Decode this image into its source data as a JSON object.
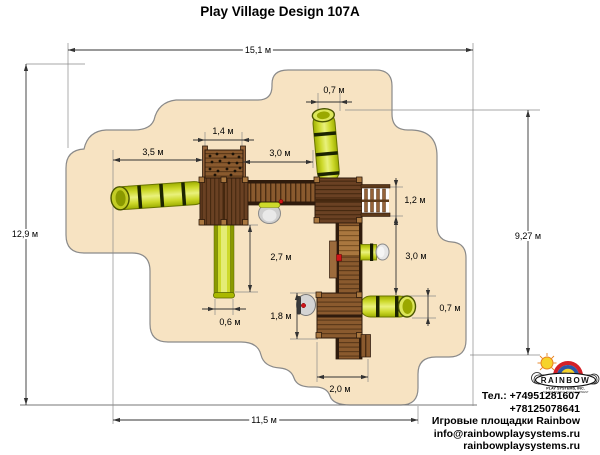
{
  "title": "Play Village Design 107A",
  "dimensions": {
    "overall_top": "15,1 м",
    "overall_left": "12,9 м",
    "overall_bottom": "11,5 м",
    "overall_right": "9,27 м",
    "left_span": "3,5 м",
    "climb_wall_width": "1,4 м",
    "top_span": "3,0 м",
    "top_tube_width": "0,7 м",
    "ladder_height": "1,2 м",
    "right_span": "3,0 м",
    "right_tube_width": "0,7 м",
    "slide_length": "2,7 м",
    "slide_width": "0,6 м",
    "platform_height": "1,8 м",
    "platform_width": "2,0 м"
  },
  "contact": {
    "phone1": "Тел.: +74951281607",
    "phone2": "+78125078641",
    "line3": "Игровые площадки Rainbow",
    "email": "info@rainbowplaysystems.ru",
    "website": "rainbowplaysystems.ru"
  },
  "logo": {
    "brand": "RAINBOW",
    "sub": "PLAY SYSTEMS, INC.",
    "tagline": "THE RESIDENTIAL PLAY EQUIPMENT"
  },
  "colors": {
    "sand": "#F7E3C2",
    "sand_border": "#8a8a8a",
    "wood_dark": "#6a4123",
    "wood_mid": "#8a5a2e",
    "wood_light": "#a9773f",
    "slide_yellow": "#cdd92b",
    "marker_red": "#cf1318",
    "dimension_line": "#333333"
  }
}
